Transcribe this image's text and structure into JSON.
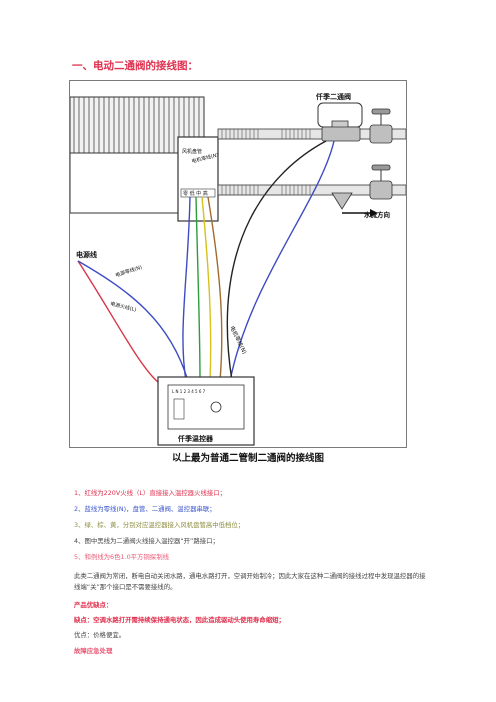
{
  "doc": {
    "heading": "一、电动二通阀的接线图：",
    "figure": {
      "label_valve": "仟季二通阀",
      "label_fan": "风机盘管",
      "label_fan_neutral": "电机零线(N)",
      "label_speeds": "零 低 中 高",
      "label_water_flow": "水流方向",
      "label_power": "电源线",
      "label_power_neutral": "电源零线(N)",
      "label_power_live": "电源火线(L)",
      "label_valve_neutral": "电机零线(N)",
      "label_controller": "仟季温控器",
      "label_terminals": "L N 1 2 3 4 5 6 7"
    },
    "caption": "以上最为普通二管制二通阀的接线图",
    "items": [
      "1、红线为220V火线（L）直接接入温控器火线接口；",
      "2、蓝线为零线(N)，盘管、二通阀、温控器串联；",
      "3、绿、棕、黄，分别对应温控器接入风机盘管高中低档位；",
      "4、图中黑线为二通阀火线接入温控器“开”路接口；",
      "5、和例线为6色1.0平方铜探制线"
    ],
    "paragraph": "此类二通阀为常闭，断电自动关闭水路，通电水路打开，空调开始制冷；因此大家在这种二通阀的接线过程中发现温控器的接线端“关”那个接口是不需要接线的。",
    "features_title": "产品优缺点：",
    "cons": "缺点：空调水路打开需持续保持通电状态，因此造成驱动头使用寿命缩短；",
    "pros": "优点：价格便宜。",
    "fault_title": "故障应急处理",
    "colors": {
      "heading": "#e0304e",
      "item1": "#e0304e",
      "item2": "#3a55c8",
      "item3": "#8c8c40",
      "item4": "#444444",
      "item5": "#ea5c78"
    }
  }
}
